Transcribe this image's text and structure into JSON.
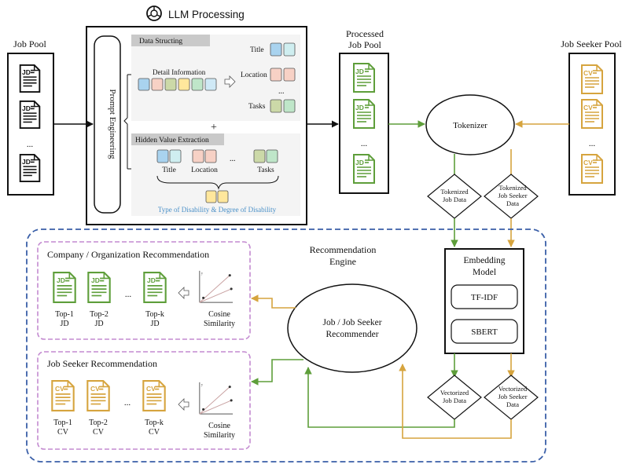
{
  "title": "LLM Processing",
  "job_pool": {
    "label": "Job Pool",
    "doc": "JD",
    "ellipsis": "..."
  },
  "prompt": "Prompt Engineering",
  "structuring": {
    "header": "Data Structing",
    "detail": "Detail Information",
    "fields": [
      "Title",
      "Location",
      "Tasks"
    ],
    "ellipsis": "..."
  },
  "plus": "+",
  "hidden": {
    "header": "Hidden Value Extraction",
    "fields": [
      "Title",
      "Location",
      "Tasks"
    ],
    "ellipsis": "...",
    "caption": "Type of Disability & Degree of Disability"
  },
  "processed": {
    "line1": "Processed",
    "line2": "Job Pool",
    "doc": "JD",
    "ellipsis": "..."
  },
  "seeker_pool": {
    "label": "Job Seeker Pool",
    "doc": "CV",
    "ellipsis": "..."
  },
  "tokenizer": "Tokenizer",
  "tok_job": [
    "Tokenized",
    "Job Data"
  ],
  "tok_seeker": [
    "Tokenized",
    "Job Seeker",
    "Data"
  ],
  "embedding": {
    "line1": "Embedding",
    "line2": "Model",
    "m1": "TF-IDF",
    "m2": "SBERT"
  },
  "vec_job": [
    "Vectorized",
    "Job Data"
  ],
  "vec_seeker": [
    "Vectorized",
    "Job Seeker",
    "Data"
  ],
  "engine": [
    "Recommendation",
    "Engine"
  ],
  "recommender": [
    "Job / Job Seeker",
    "Recommender"
  ],
  "company_rec": {
    "title": "Company / Organization Recommendation",
    "doc": "JD",
    "tops": [
      [
        "Top-1",
        "JD"
      ],
      [
        "Top-2",
        "JD"
      ],
      [
        "Top-k",
        "JD"
      ]
    ],
    "ellipsis": "...",
    "sim": [
      "Cosine",
      "Similarity"
    ]
  },
  "seeker_rec": {
    "title": "Job Seeker Recommendation",
    "doc": "CV",
    "tops": [
      [
        "Top-1",
        "CV"
      ],
      [
        "Top-2",
        "CV"
      ],
      [
        "Top-k",
        "CV"
      ]
    ],
    "ellipsis": "...",
    "sim": [
      "Cosine",
      "Similarity"
    ]
  },
  "colors": {
    "green": "#5e9e3a",
    "gold": "#d6a43e",
    "blue": "#3a5fa8",
    "purple": "#c38ad0"
  }
}
